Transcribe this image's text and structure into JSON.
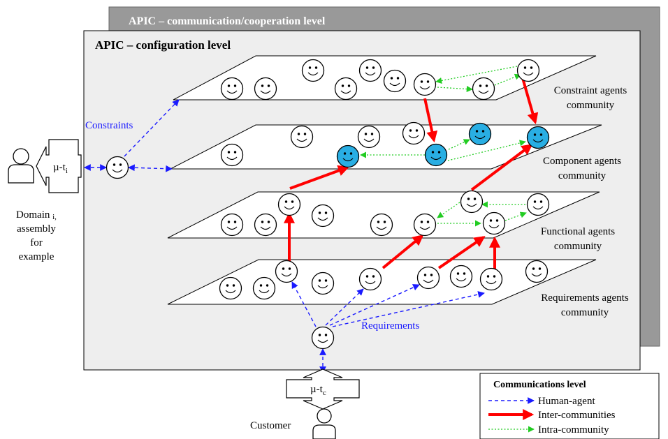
{
  "titles": {
    "communication_level": "APIC – communication/cooperation level",
    "configuration_level": "APIC – configuration level"
  },
  "communities": {
    "constraint": [
      "Constraint agents",
      "community"
    ],
    "component": [
      "Component agents",
      "community"
    ],
    "functional": [
      "Functional agents",
      "community"
    ],
    "requirements": [
      "Requirements agents",
      "community"
    ]
  },
  "flows": {
    "constraints": "Constraints",
    "requirements": "Requirements"
  },
  "domain_actor": {
    "interface_main": "µ-t",
    "interface_sub": "i",
    "caption": [
      "Domain",
      "assembly",
      "for",
      "example"
    ],
    "caption_sub": "i,"
  },
  "customer_actor": {
    "interface_main": "µ-t",
    "interface_sub": "c",
    "caption": "Customer"
  },
  "legend": {
    "title": "Communications level",
    "items": [
      {
        "label": "Human-agent",
        "color": "#1a1aff",
        "style": "dashed"
      },
      {
        "label": "Inter-communities",
        "color": "#ff0000",
        "style": "thick"
      },
      {
        "label": "Intra-community",
        "color": "#22cc22",
        "style": "dotted"
      }
    ]
  },
  "colors": {
    "back_panel": "#999999",
    "front_panel": "#eeeeee",
    "highlight_agent": "#29aee3",
    "human_agent": "#1a1aff",
    "inter_community": "#ff0000",
    "intra_community": "#22cc22"
  }
}
